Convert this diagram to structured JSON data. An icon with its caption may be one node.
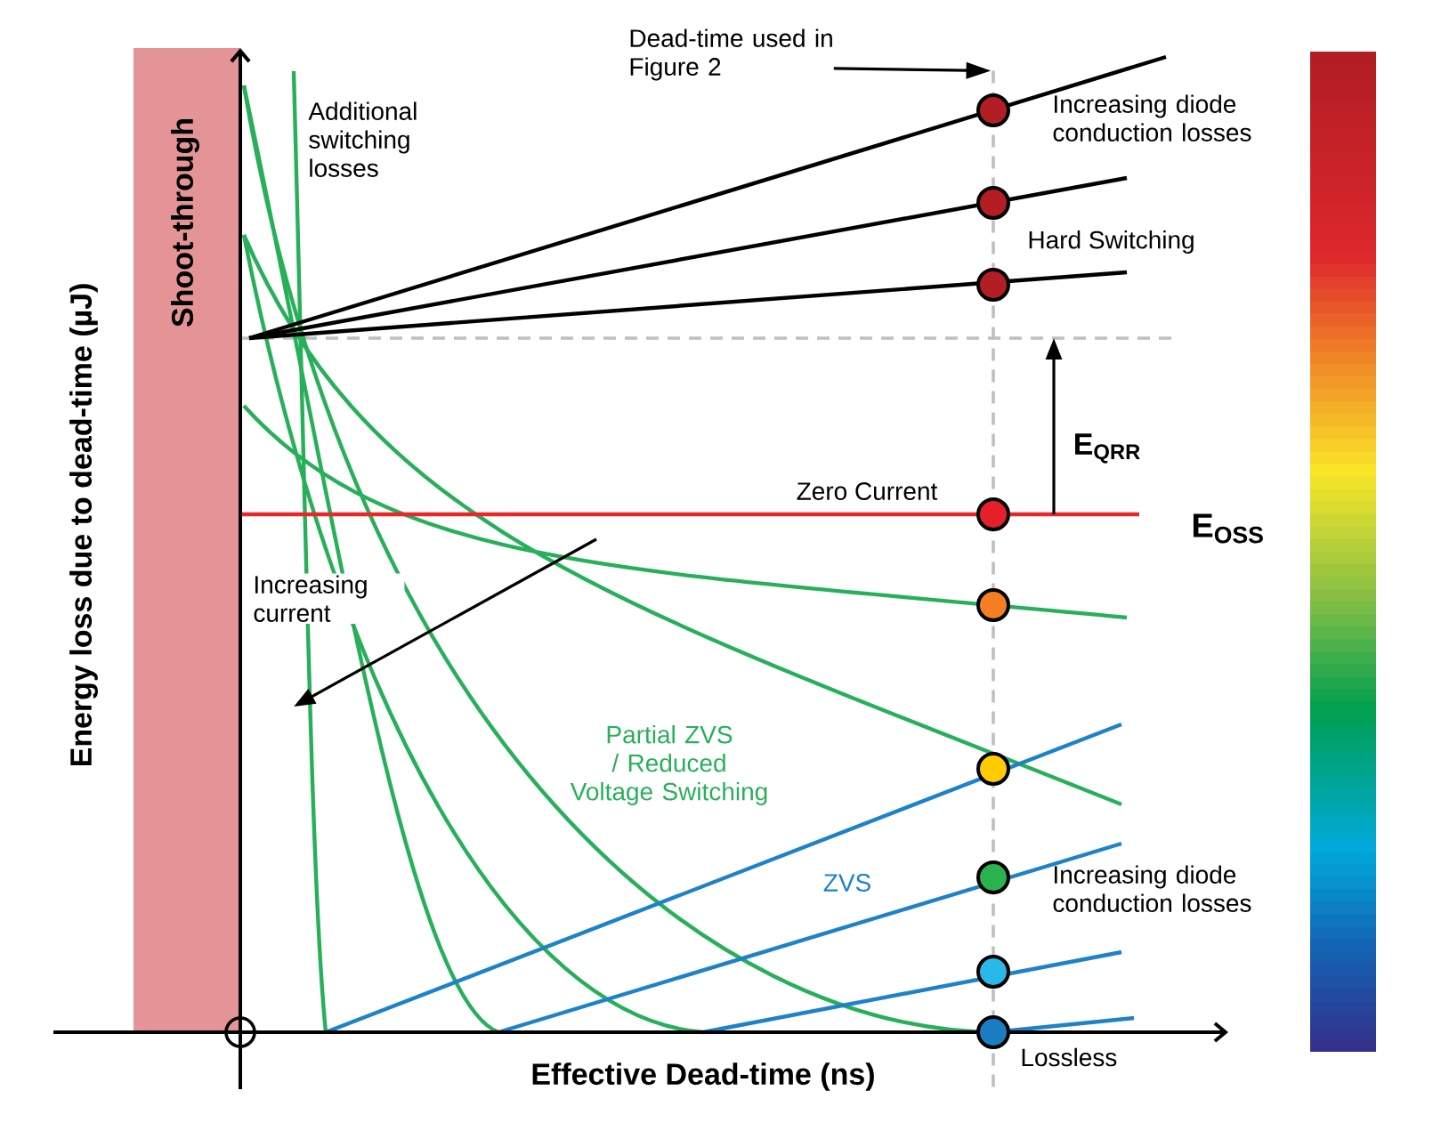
{
  "diagram": {
    "nodes": [
      {
        "text": [
          "Dead-time used in Figure 2"
        ]
      },
      {
        "text": [],
        "shape": "line"
      }
    ],
    "edges": [
      {
        "from": 0,
        "to": 1,
        "arrow": "to"
      }
    ],
    "labels": [
      "Shoot-through",
      "Additional switching losses",
      "Increasing diode conduction losses",
      "Hard Switching",
      "E$_{QRR}$",
      "Zero Current",
      "E$_{OSS}$",
      "Increasing current",
      "Partial ZVS / Reduced Voltage Switching",
      "ZVS",
      "Increasing diode conduction losses",
      "Lossless",
      "Energy loss due to dead-time (µJ)",
      "Effective Dead-time (ns)"
    ]
  }
}
